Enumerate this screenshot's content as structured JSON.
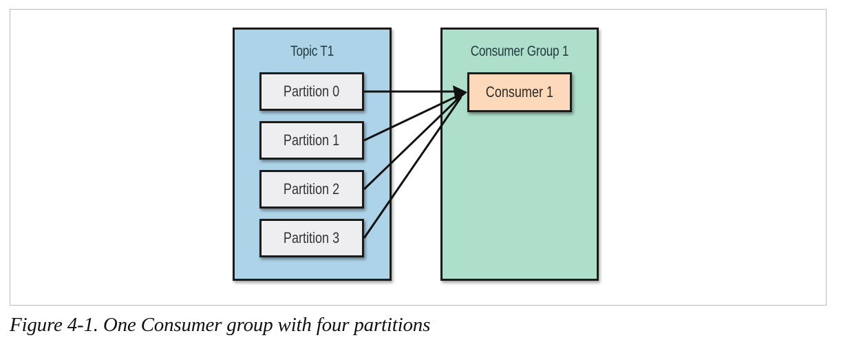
{
  "diagram": {
    "topic": {
      "title": "Topic T1",
      "partitions": [
        "Partition 0",
        "Partition 1",
        "Partition 2",
        "Partition 3"
      ]
    },
    "consumer_group": {
      "title": "Consumer Group 1",
      "consumers": [
        "Consumer 1"
      ]
    },
    "edges": [
      {
        "from": "Partition 0",
        "to": "Consumer 1"
      },
      {
        "from": "Partition 1",
        "to": "Consumer 1"
      },
      {
        "from": "Partition 2",
        "to": "Consumer 1"
      },
      {
        "from": "Partition 3",
        "to": "Consumer 1"
      }
    ],
    "colors": {
      "topic_fill": "#acd3e7",
      "group_fill": "#aedfcb",
      "partition_fill": "#eeeef0",
      "consumer_fill": "#fcd9bb",
      "stroke": "#1b1b1b"
    }
  },
  "caption": "Figure 4-1. One Consumer group with four partitions"
}
